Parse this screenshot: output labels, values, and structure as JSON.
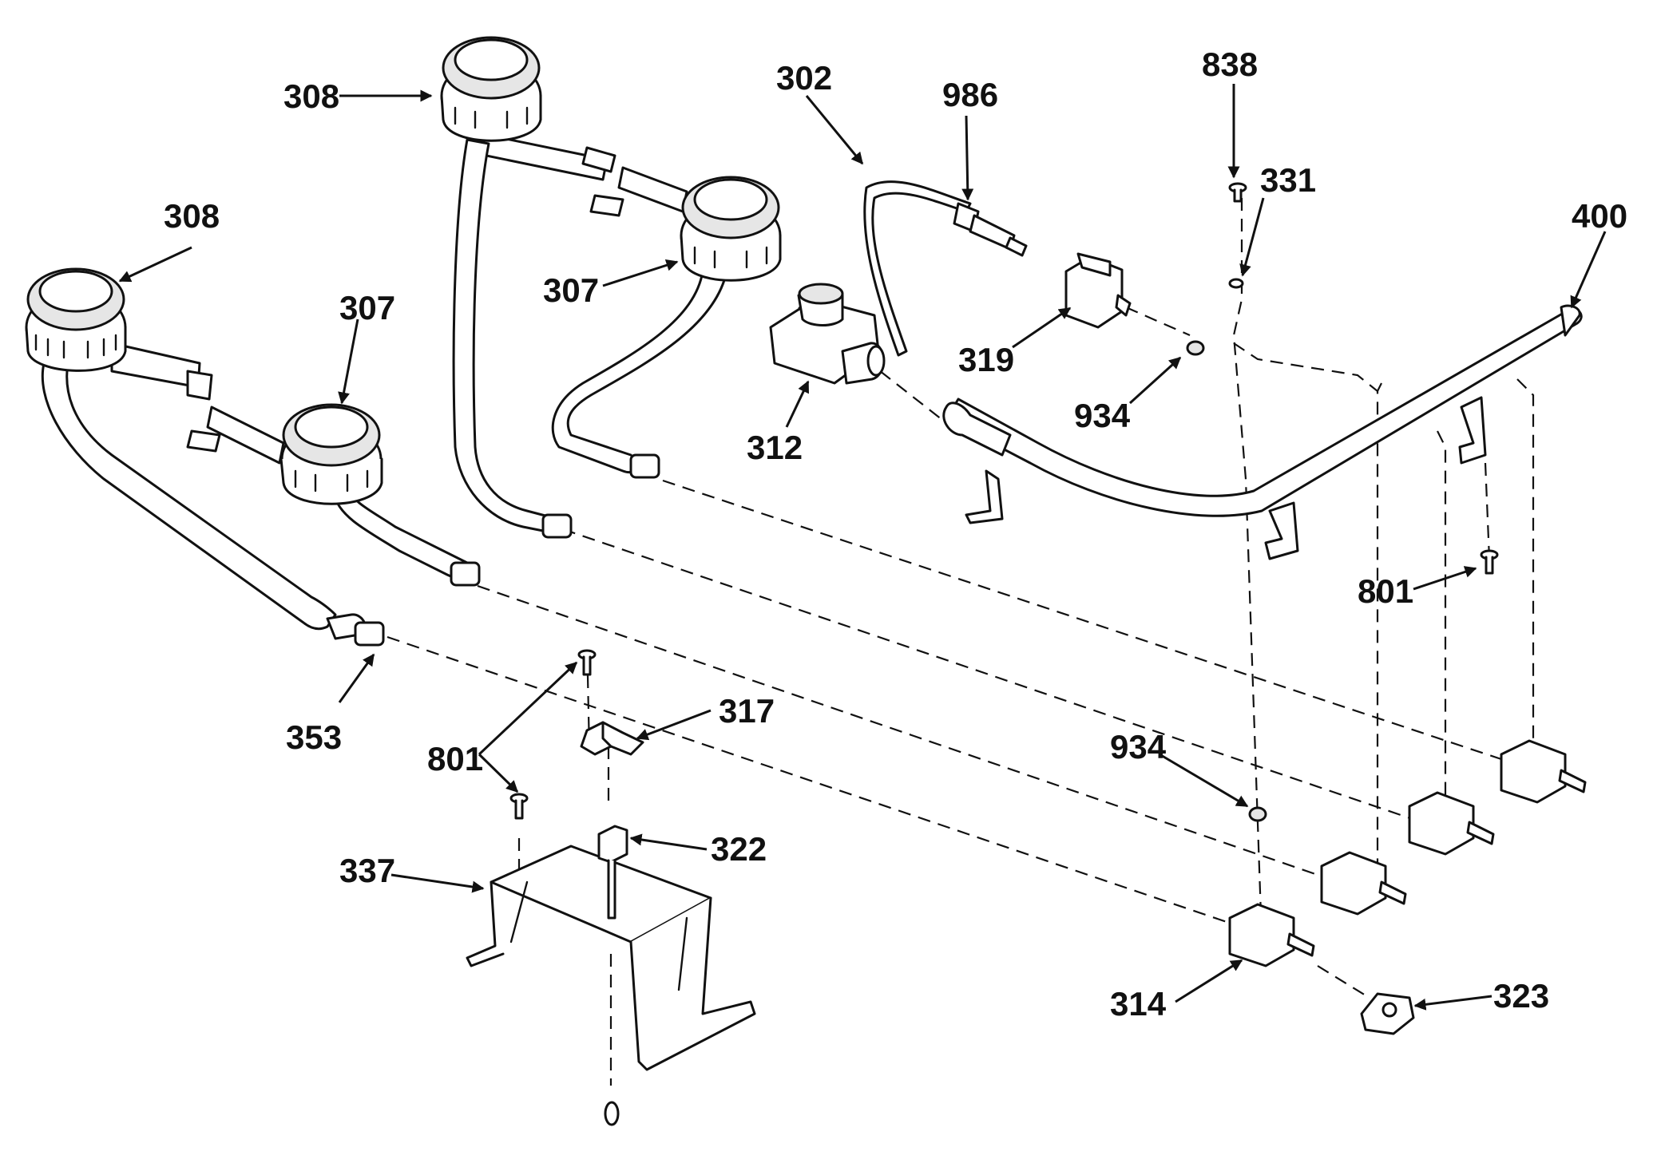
{
  "callouts": {
    "burner_308_rear": "308",
    "burner_308_left": "308",
    "burner_307_left": "307",
    "burner_307_right": "307",
    "orifice_353": "353",
    "regulator_312": "312",
    "tube_302": "302",
    "fitting_986": "986",
    "switch_319": "319",
    "washer_934_top": "934",
    "screw_838": "838",
    "washer_331": "331",
    "manifold_400": "400",
    "screw_801_right": "801",
    "screw_801_left": "801",
    "bracket_317": "317",
    "switch_322": "322",
    "bracket_337": "337",
    "washer_934_bottom": "934",
    "valve_314": "314",
    "knob_323": "323"
  },
  "colors": {
    "line": "#111111",
    "background": "#ffffff"
  }
}
